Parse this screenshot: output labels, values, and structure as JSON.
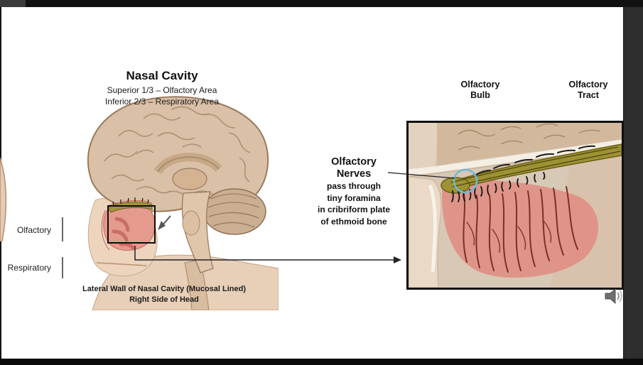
{
  "slide": {
    "title": "Nasal Cavity",
    "subtitles": [
      "Superior 1/3 – Olfactory Area",
      "Inferior 2/3 – Respiratory Area"
    ],
    "left_labels": {
      "olfactory": "Olfactory",
      "respiratory": "Respiratory"
    },
    "caption": {
      "line1": "Lateral Wall of Nasal Cavity (Mucosal Lined)",
      "line2": "Right Side of Head"
    },
    "callout": {
      "title1": "Olfactory",
      "title2": "Nerves",
      "line1": "pass through",
      "line2": "tiny foramina",
      "line3": "in cribriform plate",
      "line4": "of ethmoid bone"
    },
    "panel_labels": {
      "bulb_top": "Olfactory",
      "bulb_bottom": "Bulb",
      "tract_top": "Olfactory",
      "tract_bottom": "Tract"
    }
  },
  "icons": {
    "audio": "speaker-icon"
  },
  "colors": {
    "annotation_circle": "#6fb9d8",
    "mucosa_pink": "#e08f85",
    "nerve_olive": "#9d9132",
    "slide_bg": "#ffffff",
    "frame": "#141414"
  }
}
